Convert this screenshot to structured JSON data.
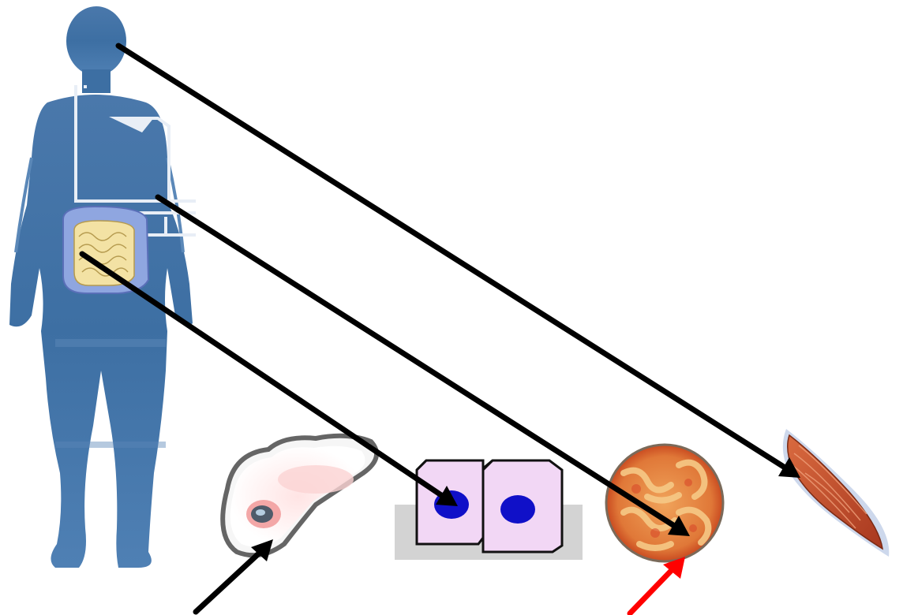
{
  "diagram": {
    "subject": "human-body-levels-of-organization",
    "panels": [
      {
        "id": "human-body",
        "icon": "human-body-icon"
      },
      {
        "id": "organelle",
        "icon": "organelle-icon"
      },
      {
        "id": "cells",
        "icon": "cell-icon"
      },
      {
        "id": "tissue",
        "icon": "tissue-icon"
      },
      {
        "id": "organ",
        "icon": "muscle-organ-icon"
      }
    ],
    "arrows": [
      {
        "from": "head",
        "to": "organ",
        "color": "#000000"
      },
      {
        "from": "torso",
        "to": "tissue",
        "color": "#000000"
      },
      {
        "from": "intestine",
        "to": "cells",
        "color": "#000000"
      },
      {
        "from": "below",
        "to": "organelle",
        "color": "#000000"
      },
      {
        "from": "below",
        "to": "tissue",
        "color": "#ff0000"
      }
    ],
    "colors": {
      "body": "#3d6fa3",
      "body_light": "#5b88b8",
      "intestine_outer": "#8fa6e0",
      "intestine_inner": "#f3e2a4",
      "cell_fill": "#f2d7f5",
      "nucleus": "#1010c8",
      "tissue": "#e47a38",
      "muscle": "#c9502f",
      "arrow_black": "#000000",
      "arrow_red": "#ff0000"
    }
  }
}
